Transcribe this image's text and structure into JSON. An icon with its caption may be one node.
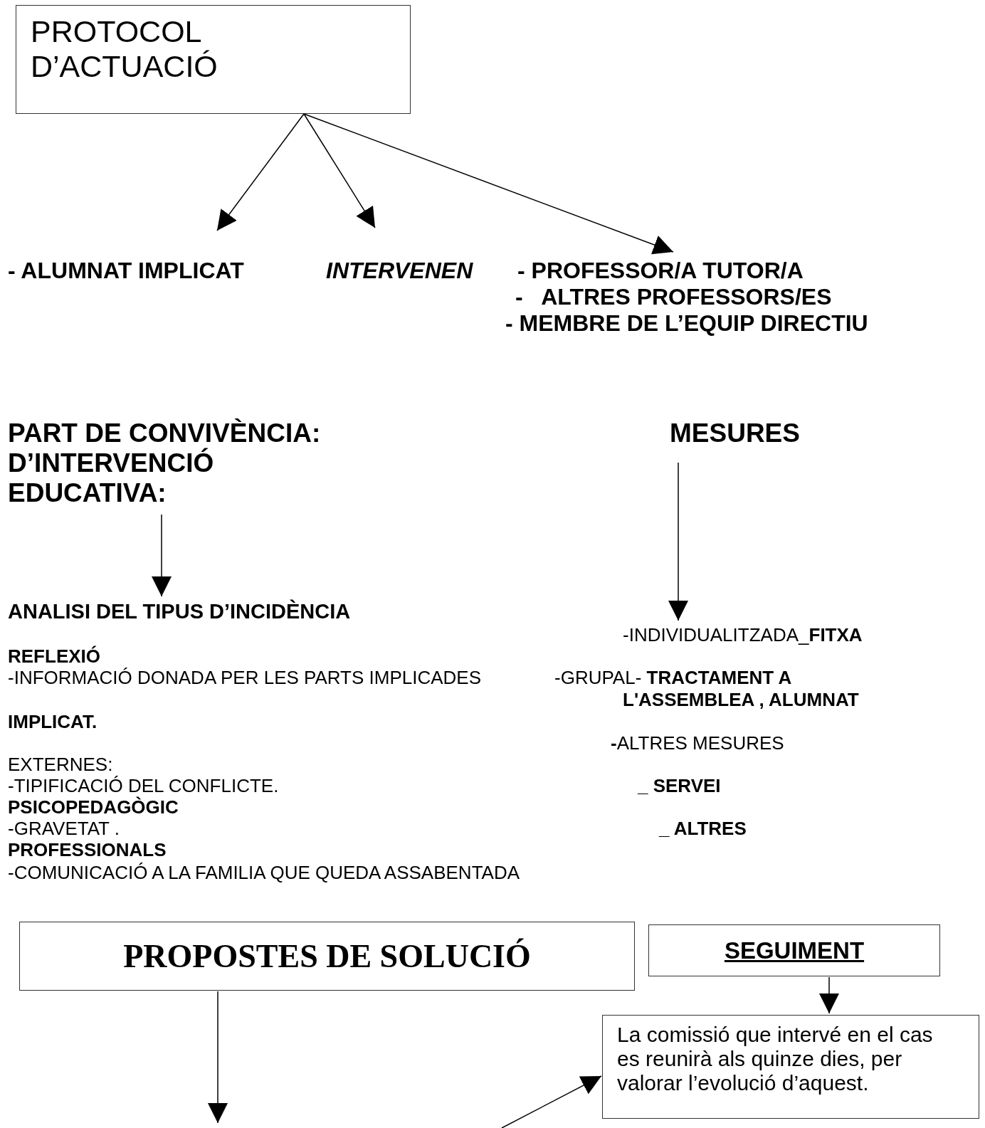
{
  "diagram": {
    "nodes": [
      {
        "text": [
          "PROTOCOL D’ACTUACIÓ"
        ]
      },
      {
        "text": [
          "- ALUMNAT IMPLICAT"
        ]
      },
      {
        "text": [
          "INTERVENEN"
        ]
      },
      {
        "text": [
          "- PROFESSOR/A TUTOR/A",
          "-   ALTRES PROFESSORS/ES",
          "- MEMBRE DE L’EQUIP DIRECTIU"
        ]
      },
      {
        "text": [
          "PART DE CONVIVÈNCIA: D’INTERVENCIÓ EDUCATIVA:"
        ]
      },
      {
        "text": [
          "MESURES"
        ]
      },
      {
        "text": [
          "ANALISI DEL TIPUS D’INCIDÈNCIA"
        ]
      },
      {
        "text": [
          "-INDIVIDUALITZADA_**FITXA**"
        ]
      },
      {
        "text": [
          "PROPOSTES DE SOLUCIÓ"
        ]
      },
      {
        "text": [
          "SEGUIMENT"
        ]
      },
      {
        "text": [
          "La comissió que intervé en el cas es reunirà als quinze dies, per valorar l’evolució d’aquest."
        ]
      }
    ],
    "edges": [
      {
        "from": 0,
        "to": 1,
        "arrow": "to"
      },
      {
        "from": 0,
        "to": 2,
        "arrow": "to"
      },
      {
        "from": 0,
        "to": 3,
        "arrow": "to"
      },
      {
        "from": 4,
        "to": 6,
        "arrow": "to"
      },
      {
        "from": 5,
        "to": 7,
        "arrow": "to"
      },
      {
        "from": 9,
        "to": 10,
        "arrow": "to"
      },
      {
        "from": 8,
        "to": null,
        "arrow": "to"
      },
      {
        "from": null,
        "to": 10,
        "arrow": "to"
      }
    ],
    "labels": [
      "REFLEXIÓ",
      "-INFORMACIÓ DONADA PER LES PARTS IMPLICADES",
      "-GRUPAL- **TRACTAMENT A L'ASSEMBLEA , ALUMNAT**",
      "IMPLICAT.",
      "**-**ALTRES MESURES",
      "EXTERNES:",
      "-TIPIFICACIÓ DEL CONFLICTE.",
      "_ SERVEI",
      "PSICOPEDAGÒGIC",
      "-GRAVETAT .",
      "_ ALTRES",
      "PROFESSIONALS",
      "-COMUNICACIÓ A LA FAMILIA QUE QUEDA ASSABENTADA"
    ]
  }
}
